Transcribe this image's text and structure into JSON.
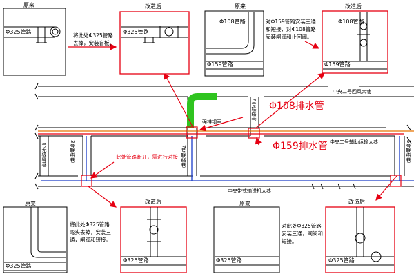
{
  "insets": {
    "top_left": {
      "before_title": "原来",
      "after_title": "改造后",
      "pipe_label": "Φ325管路",
      "note": "将此处Φ325管路去掉，安装盲板。"
    },
    "top_right": {
      "before_title": "原来",
      "after_title": "改造后",
      "pipe_label_small": "Φ108管路",
      "pipe_label_main": "Φ159管路",
      "note": "对Φ159管路安装三通和短接，对Φ108管路安装闸阀和止回阀。"
    },
    "bottom_left": {
      "before_title": "原来",
      "after_title": "改造后",
      "pipe_label": "Φ325管路",
      "note": "将此处Φ325管路弯头去掉，安装三通，闸阀和短接。"
    },
    "bottom_right": {
      "before_title": "原来",
      "after_title": "改造后",
      "pipe_label": "Φ325管路",
      "note": "对此处Φ325管路安装三通，闸阀和短接。"
    }
  },
  "roadways": {
    "return_air": "中央二号回风大巷",
    "aux_transport": "中央二号辅助运输大巷",
    "conveyor": "中央带式输送机大巷",
    "drainage_well": "强排钢室",
    "rope_1": "1号无极绳巷",
    "link_3": "3号联络巷",
    "link_7": "7号联络巷",
    "link_6": "6号联络巷",
    "link_5": "5号联络巷"
  },
  "callouts": {
    "phi108": "Φ108排水管",
    "phi159": "Φ159排水管",
    "break_note": "此处管路断开，需进行对接"
  },
  "colors": {
    "highlight": "#e60012",
    "blue_pipe": "#1a3cc8",
    "orange_pipe": "#e67300",
    "green_pipe": "#2fc41f"
  }
}
